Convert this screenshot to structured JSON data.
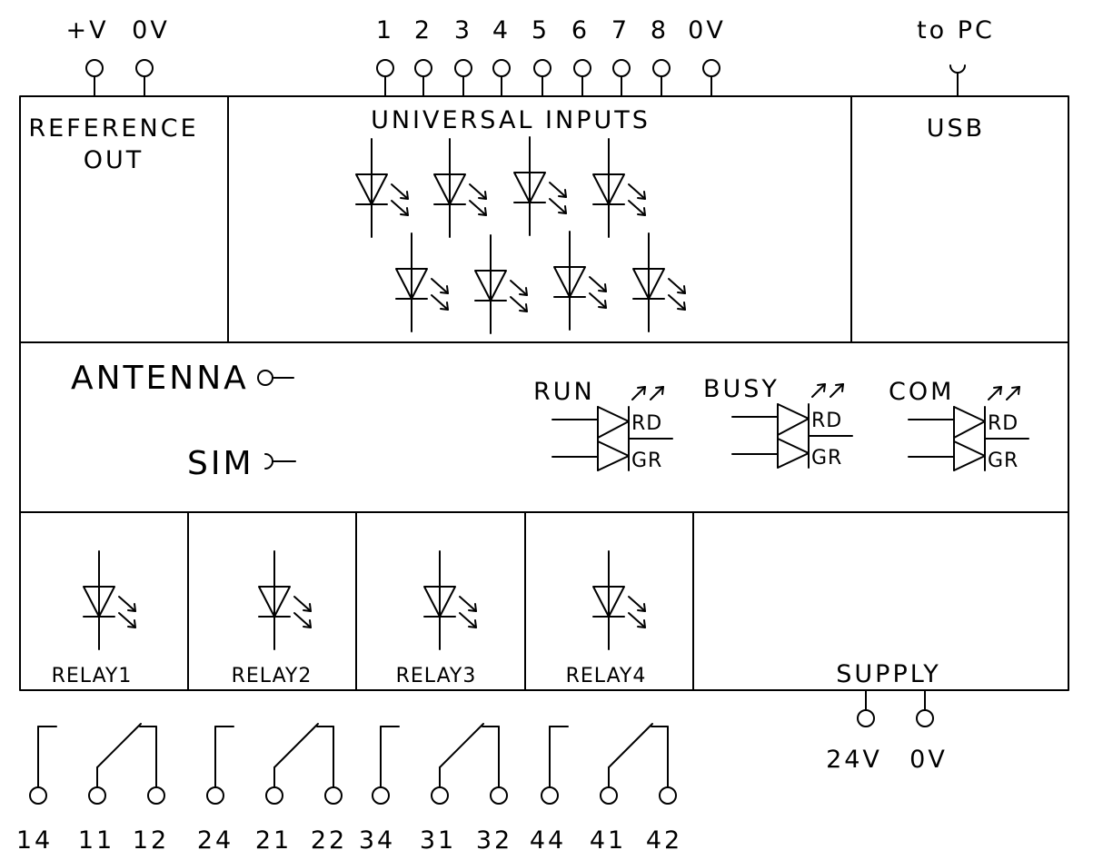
{
  "reference_out": {
    "terminal_labels": [
      "+V",
      "0V"
    ],
    "section_label_line1": "REFERENCE",
    "section_label_line2": "OUT"
  },
  "universal_inputs": {
    "terminal_labels": [
      "1",
      "2",
      "3",
      "4",
      "5",
      "6",
      "7",
      "8",
      "0V"
    ],
    "section_label": "UNIVERSAL INPUTS",
    "led_count": 8
  },
  "usb": {
    "terminal_label": "to PC",
    "section_label": "USB"
  },
  "middle": {
    "antenna_label": "ANTENNA",
    "sim_label": "SIM",
    "status_leds": [
      {
        "label": "RUN",
        "red": "RD",
        "green": "GR"
      },
      {
        "label": "BUSY",
        "red": "RD",
        "green": "GR"
      },
      {
        "label": "COM",
        "red": "RD",
        "green": "GR"
      }
    ]
  },
  "relays": [
    {
      "label": "RELAY1",
      "terminals": [
        "14",
        "11",
        "12"
      ]
    },
    {
      "label": "RELAY2",
      "terminals": [
        "24",
        "21",
        "22"
      ]
    },
    {
      "label": "RELAY3",
      "terminals": [
        "34",
        "31",
        "32"
      ]
    },
    {
      "label": "RELAY4",
      "terminals": [
        "44",
        "41",
        "42"
      ]
    }
  ],
  "supply": {
    "section_label": "SUPPLY",
    "terminal_labels": [
      "24V",
      "0V"
    ]
  }
}
